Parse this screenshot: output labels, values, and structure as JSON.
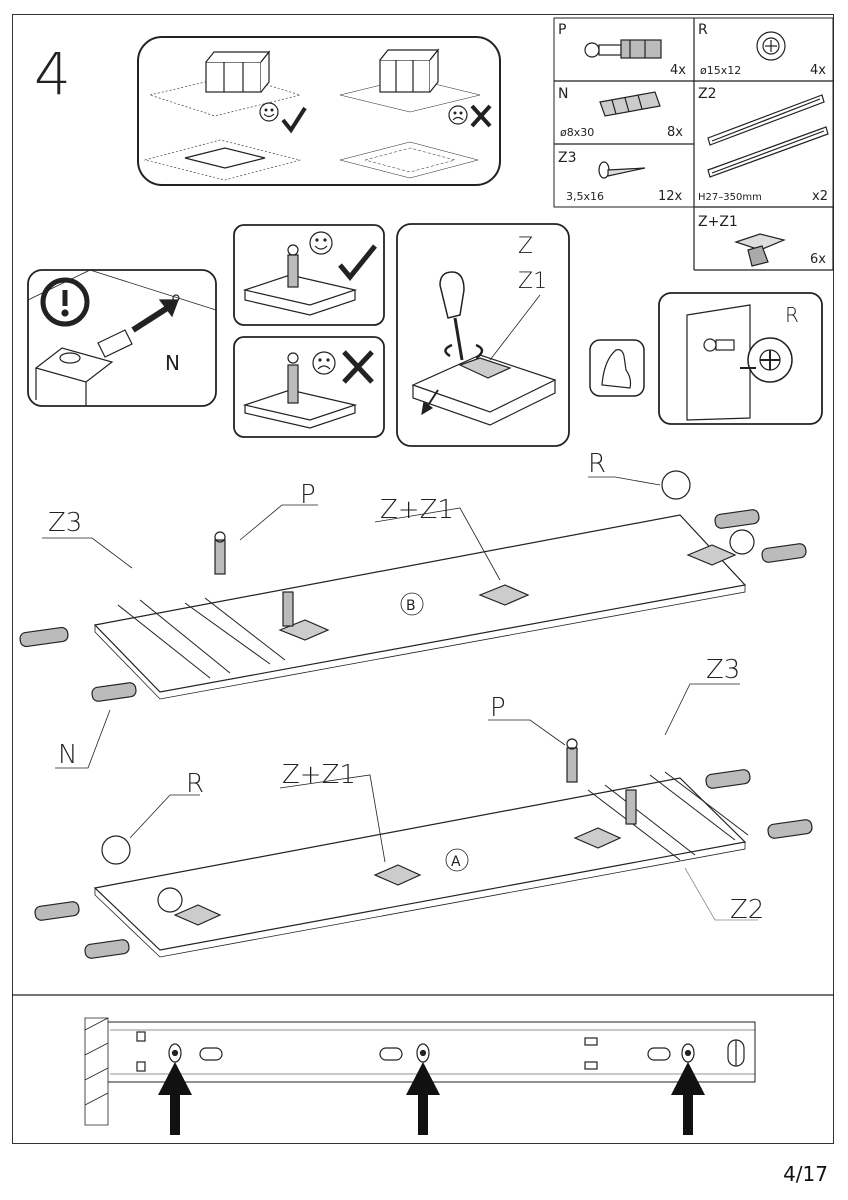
{
  "step_number": "4",
  "page_number": "4/17",
  "parts": [
    {
      "code": "P",
      "spec": "",
      "qty": "4x"
    },
    {
      "code": "R",
      "spec": "ø15x12",
      "qty": "4x"
    },
    {
      "code": "N",
      "spec": "ø8x30",
      "qty": "8x"
    },
    {
      "code": "Z2",
      "spec": "H27–350mm",
      "qty": "x2"
    },
    {
      "code": "Z3",
      "spec": "3,5x16",
      "qty": "12x"
    },
    {
      "code": "Z+Z1",
      "spec": "",
      "qty": "6x"
    }
  ],
  "callouts": {
    "n_insert": "N",
    "z": "Z",
    "z1": "Z1",
    "r_detail": "R",
    "b_z3": "Z3",
    "b_p": "P",
    "b_zz1": "Z+Z1",
    "b_r": "R",
    "b_n": "N",
    "a_r": "R",
    "a_zz1": "Z+Z1",
    "a_p": "P",
    "a_z3": "Z3",
    "a_z2": "Z2"
  },
  "panel_marks": {
    "b": "B",
    "a": "A"
  },
  "icons": [
    "warning-icon",
    "happy-face-icon",
    "sad-face-icon",
    "check-icon",
    "cross-icon",
    "glove-icon",
    "screwdriver-icon",
    "arrow-up-icon"
  ]
}
